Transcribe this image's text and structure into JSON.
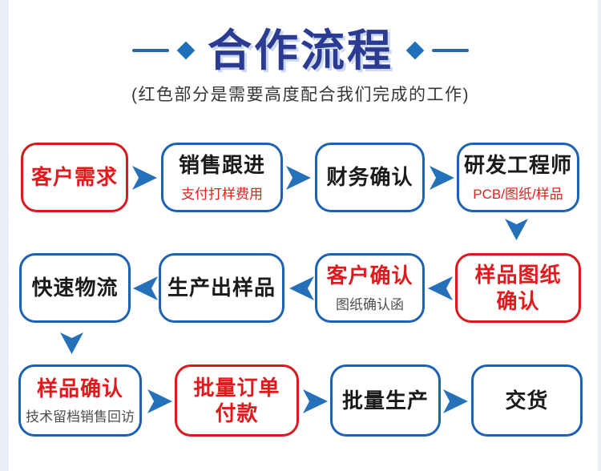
{
  "header": {
    "title": "合作流程",
    "subtitle": "(红色部分是需要高度配合我们完成的工作)"
  },
  "colors": {
    "title_blue": "#2b3b92",
    "box_blue": "#1b62b5",
    "highlight_red": "#d9191e",
    "arrow_blue": "#2471ba",
    "edge_strip": "#e9edf4"
  },
  "flow": {
    "steps": [
      {
        "label": "客户需求"
      },
      {
        "label": "销售跟进",
        "sublabel": "支付打样费用"
      },
      {
        "label": "财务确认"
      },
      {
        "label": "研发工程师",
        "sublabel": "PCB/图纸/样品"
      },
      {
        "label": "样品图纸确认"
      },
      {
        "label": "客户确认",
        "sublabel": "图纸确认函"
      },
      {
        "label": "生产出样品"
      },
      {
        "label": "快速物流"
      },
      {
        "label": "样品确认",
        "sublabel": "技术留档销售回访"
      },
      {
        "label": "批量订单付款"
      },
      {
        "label": "批量生产"
      },
      {
        "label": "交货"
      }
    ]
  }
}
